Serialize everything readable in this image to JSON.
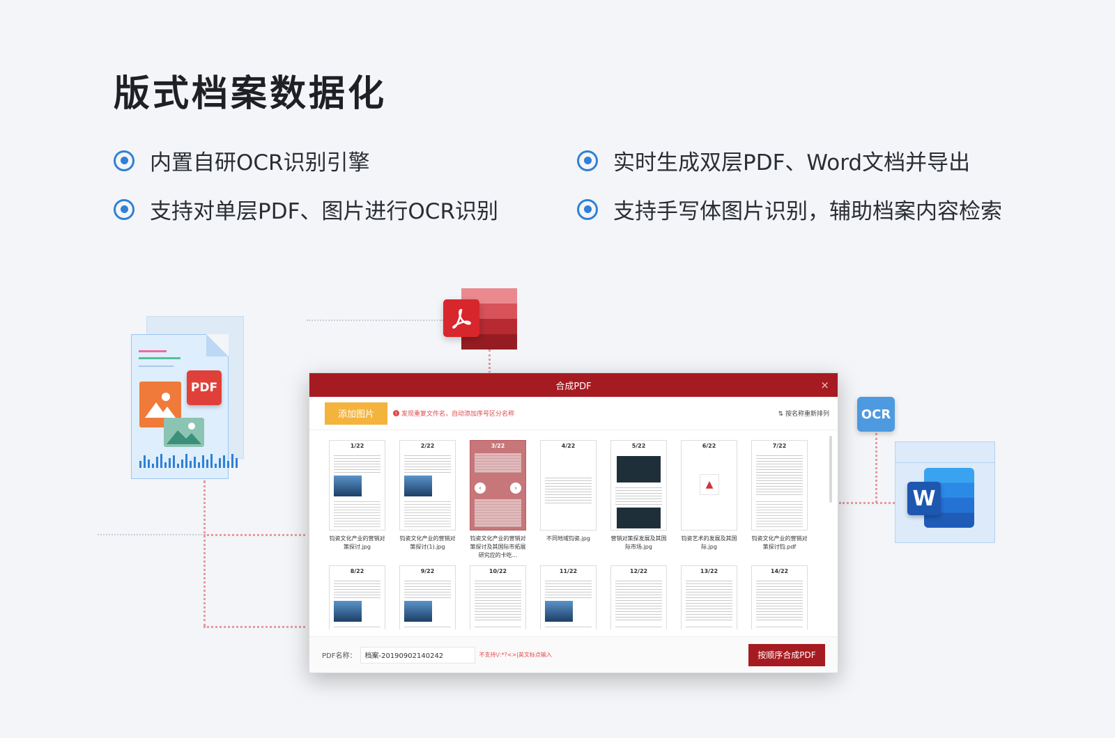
{
  "title": "版式档案数据化",
  "features": [
    "内置自研OCR识别引擎",
    "实时生成双层PDF、Word文档并导出",
    "支持对单层PDF、图片进行OCR识别",
    "支持手写体图片识别，辅助档案内容检索"
  ],
  "icons": {
    "pdf_tag": "PDF",
    "ocr_tag": "OCR",
    "word_tag": "W"
  },
  "window": {
    "title": "合成PDF",
    "close": "×",
    "add_button": "添加图片",
    "tip": "发现重复文件名，自动添加序号区分名称",
    "sort": "按名称重新排列",
    "thumbs": [
      {
        "num": "1/22",
        "name": "钧瓷文化产业的营销对策探讨.jpg"
      },
      {
        "num": "2/22",
        "name": "钧瓷文化产业的营销对策探讨(1).jpg"
      },
      {
        "num": "3/22",
        "name": "钧瓷文化产业的营销对策探讨及其国际市拓展研究应的卡吃..."
      },
      {
        "num": "4/22",
        "name": "不同地域钧瓷.jpg"
      },
      {
        "num": "5/22",
        "name": "营销对策探发展及其国际市场.jpg"
      },
      {
        "num": "6/22",
        "name": "钧瓷艺术的发展及其国际.jpg"
      },
      {
        "num": "7/22",
        "name": "钧瓷文化产业的营销对策探讨钧.pdf"
      },
      {
        "num": "8/22",
        "name": ""
      },
      {
        "num": "9/22",
        "name": ""
      },
      {
        "num": "10/22",
        "name": ""
      },
      {
        "num": "11/22",
        "name": ""
      },
      {
        "num": "12/22",
        "name": ""
      },
      {
        "num": "13/22",
        "name": ""
      },
      {
        "num": "14/22",
        "name": ""
      }
    ],
    "footer": {
      "label": "PDF名称：",
      "value": "档案-20190902140242",
      "tip": "不支持\\/:*?<>|英文标点输入",
      "merge_button": "按顺序合成PDF"
    }
  }
}
